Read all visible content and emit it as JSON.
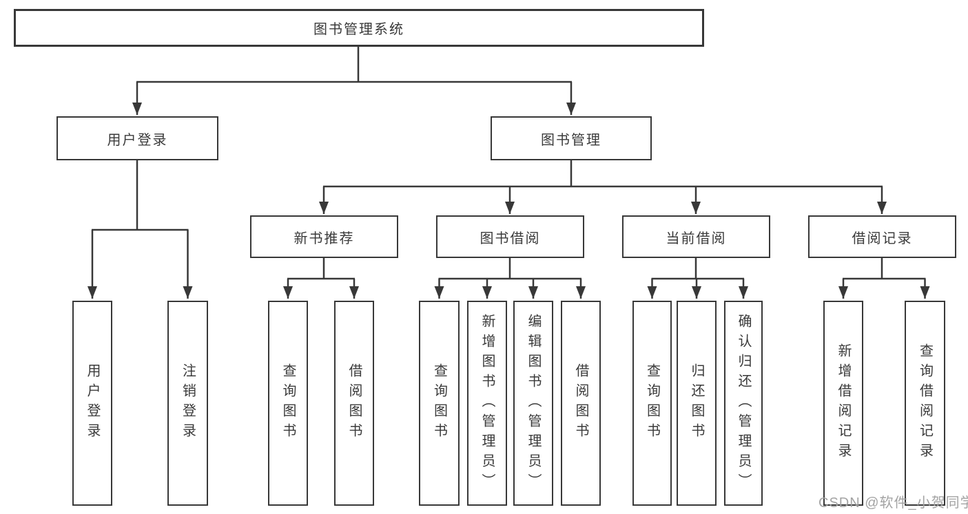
{
  "diagram": {
    "root": {
      "label": "图书管理系统"
    },
    "level2": {
      "user_login": "用户登录",
      "book_management": "图书管理"
    },
    "level3": {
      "new_book_recommend": "新书推荐",
      "book_borrow": "图书借阅",
      "current_borrow": "当前借阅",
      "borrow_records": "借阅记录"
    },
    "leaves": {
      "user_login": [
        "用户登录",
        "注销登录"
      ],
      "new_book_recommend": [
        "查询图书",
        "借阅图书"
      ],
      "book_borrow": [
        "查询图书",
        "新增图书（管理员）",
        "编辑图书（管理员）",
        "借阅图书"
      ],
      "current_borrow": [
        "查询图书",
        "归还图书",
        "确认归还（管理员）"
      ],
      "borrow_records": [
        "新增借阅记录",
        "查询借阅记录"
      ]
    },
    "watermark": "CSDN @软件_小贺同学",
    "colors": {
      "line": "#383838",
      "box_fill": "#ffffff",
      "text": "#3a3a3a",
      "watermark": "#a3a3a3",
      "background": "#ffffff"
    }
  }
}
